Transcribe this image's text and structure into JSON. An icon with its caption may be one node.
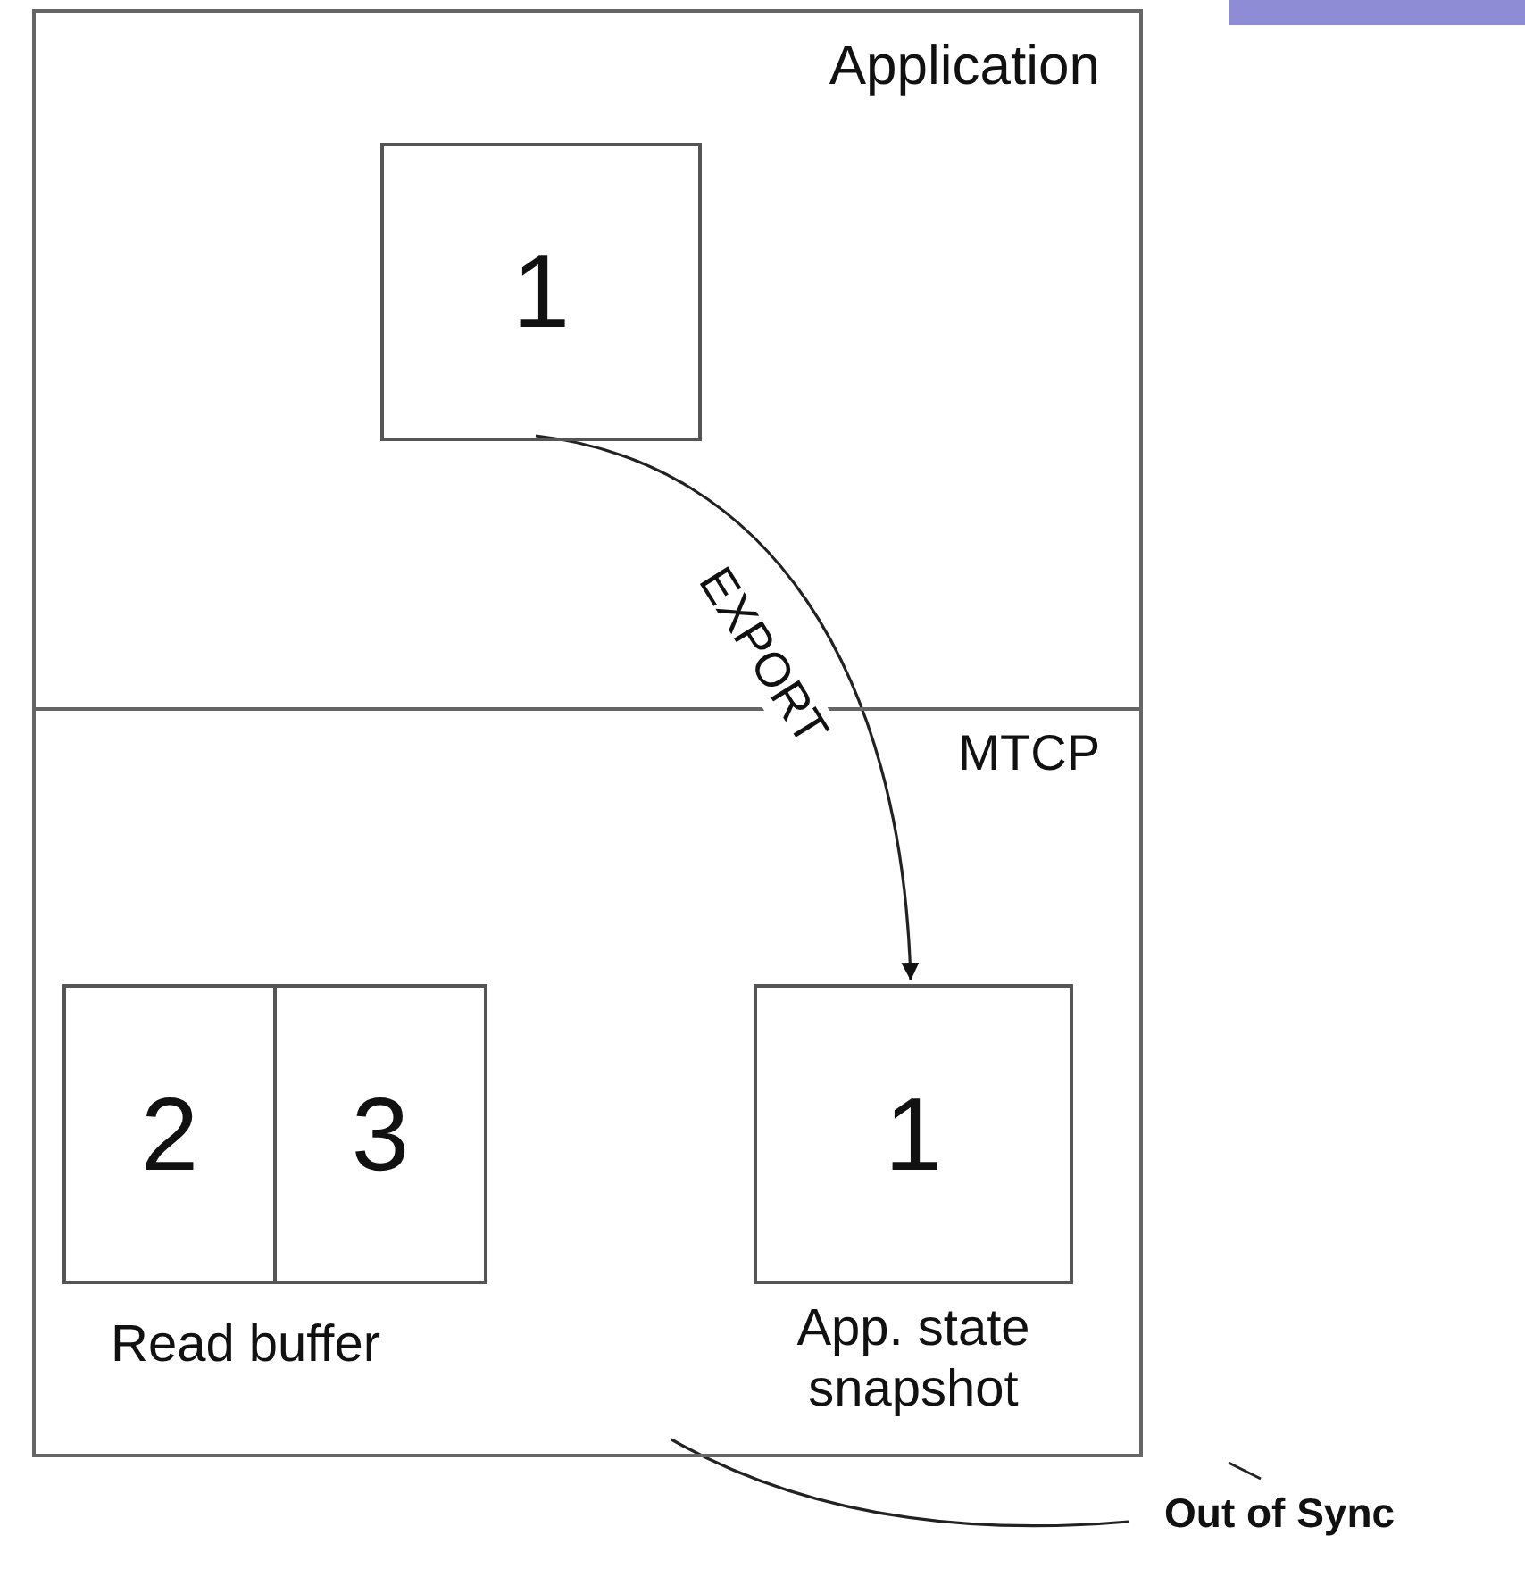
{
  "diagram": {
    "nodes": [
      {
        "text": [
          "Application"
        ]
      },
      {
        "text": [
          "MTCP"
        ]
      },
      {
        "text": [
          "1"
        ],
        "in": 0
      },
      {
        "text": [
          "2"
        ],
        "in": 1
      },
      {
        "text": [
          "3"
        ],
        "in": 1
      },
      {
        "text": [
          "1"
        ],
        "in": 1,
        "beside": [
          "App. state snapshot"
        ]
      }
    ],
    "edges": [
      {
        "from": 2,
        "to": 5,
        "arrow": "to",
        "label": "EXPORT"
      }
    ],
    "labels": [
      "Read buffer",
      "Out of Sync"
    ]
  }
}
